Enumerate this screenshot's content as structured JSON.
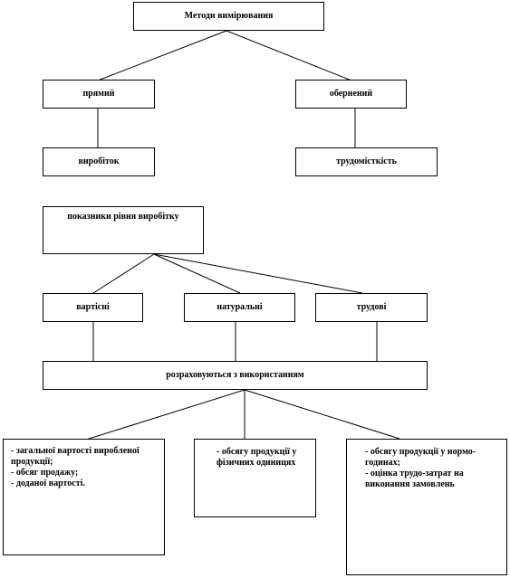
{
  "title": "Методи вимірювання",
  "methods": {
    "direct": "прямий",
    "inverse": "обернений"
  },
  "indicators": {
    "output": "виробіток",
    "labor_intensity": "трудомісткість"
  },
  "output_level": "показники рівня виробітку",
  "types": {
    "cost": "вартісні",
    "natural": "натуральні",
    "labor": "трудові"
  },
  "calculated": "розраховуються з використанням",
  "details": {
    "cost": [
      "-  загальної вартості виробленої продукції;",
      "-  обсяг продажу;",
      "-  доданої вартості."
    ],
    "natural": [
      "-        обсягу продукції        у фізичних одиницях"
    ],
    "labor": [
      "-        обсягу продукції у нормо-годинах;",
      "-        оцінка трудо-затрат на виконання замовлень"
    ]
  }
}
